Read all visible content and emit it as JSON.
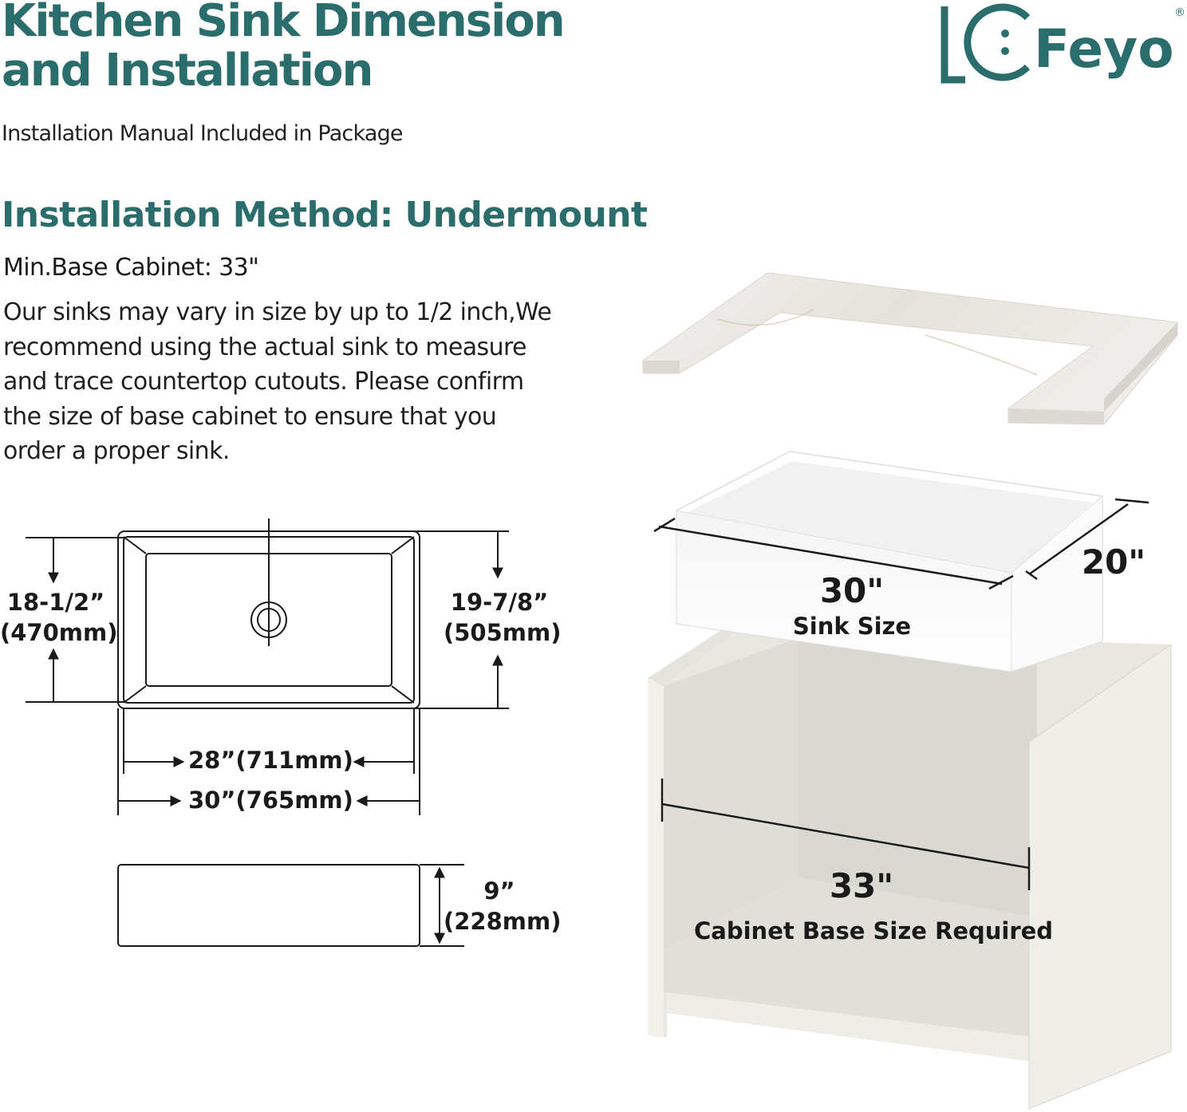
{
  "header": {
    "title_line1": "Kitchen Sink Dimension",
    "title_line2": "and Installation",
    "subtitle": "Installation Manual Included in Package"
  },
  "brand": {
    "logo_text": "Feyo",
    "registered": "®",
    "color": "#2b6d6d"
  },
  "installation": {
    "method": "Installation Method: Undermount",
    "min_cabinet": "Min.Base Cabinet: 33\"",
    "lines": [
      "Our sinks may vary in size by up to 1/2 inch,We",
      "recommend using the actual sink to measure",
      "and trace countertop cutouts. Please confirm",
      "the size of base cabinet to ensure that you",
      "order a proper sink."
    ]
  },
  "top_view": {
    "inner_depth": "18-1/2”",
    "inner_depth_mm": "(470mm)",
    "outer_depth": "19-7/8”",
    "outer_depth_mm": "(505mm)",
    "inner_width": "28”(711mm)",
    "outer_width": "30”(765mm)"
  },
  "side_view": {
    "height": "9”",
    "height_mm": "(228mm)"
  },
  "scene": {
    "sink_length": "30\"",
    "sink_width": "20\"",
    "sink_label": "Sink Size",
    "cabinet_width": "33\"",
    "cabinet_label": "Cabinet Base Size Required"
  },
  "colors": {
    "teal": "#2b6d6d",
    "text": "#1a1a1a",
    "cabinet": "#e6e5df",
    "marble": "#eceae6"
  }
}
